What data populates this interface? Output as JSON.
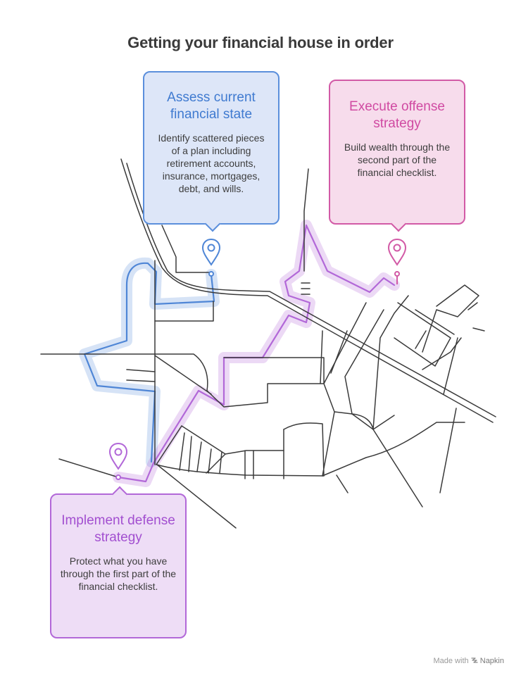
{
  "title": "Getting your financial house in order",
  "steps": [
    {
      "heading": "Assess current financial state",
      "description": "Identify scattered pieces of a plan including retirement accounts, insurance, mortgages, debt, and wills.",
      "color": "#3f7ad0"
    },
    {
      "heading": "Execute offense strategy",
      "description": "Build wealth through the second part of the financial checklist.",
      "color": "#d04aa2"
    },
    {
      "heading": "Implement defense strategy",
      "description": "Protect what you have through the first part of the financial checklist.",
      "color": "#a24fd0"
    }
  ],
  "footer": {
    "prefix": "Made with",
    "brand": "Napkin",
    "icon": "napkin-logo-icon"
  }
}
